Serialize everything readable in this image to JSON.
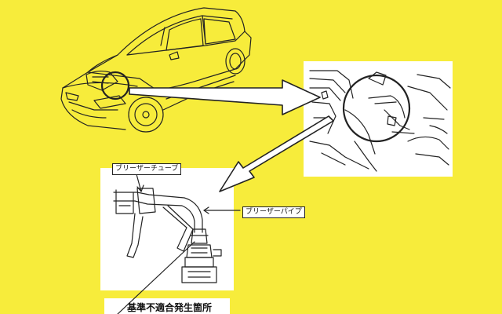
{
  "labels": {
    "breather_tube": "ブリーザーチューブ",
    "breather_pipe": "ブリーザーパイプ",
    "defect_location": "基準不適合発生箇所"
  },
  "colors": {
    "background": "#f7ec3b",
    "panel": "#ffffff",
    "line": "#222222"
  }
}
